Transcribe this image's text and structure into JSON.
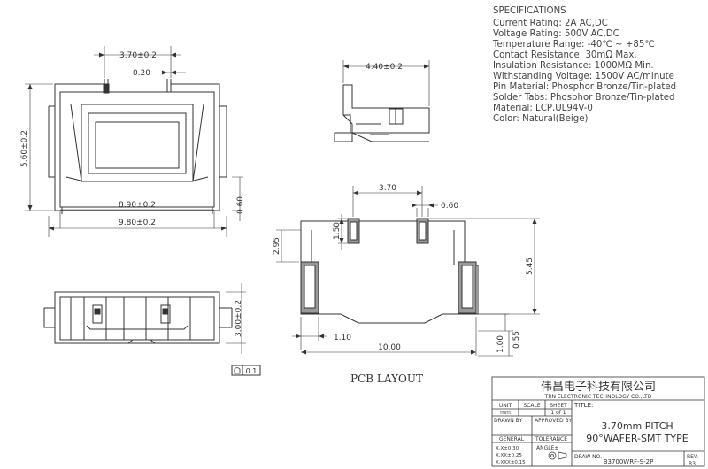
{
  "specifications": {
    "heading": "SPECIFICATIONS",
    "lines": [
      "Current Rating: 2A AC,DC",
      "Voltage Rating: 500V AC,DC",
      "Temperature Range: -40℃ ~ +85℃",
      "Contact Resistance: 30mΩ Max.",
      "Insulation Resistance: 1000MΩ Min.",
      "Withstanding Voltage: 1500V AC/minute",
      "Pin Material: Phosphor Bronze/Tin-plated",
      "Solder Tabs: Phosphor Bronze/Tin-plated",
      "Material: LCP,UL94V-0",
      "Color: Natural(Beige)"
    ]
  },
  "front_view": {
    "pitch_dim": "3.70±0.2",
    "pin_dim": "0.20",
    "height_dim": "5.60±0.2",
    "inner_width_dim": "8.90±0.2",
    "overall_width_dim": "9.80±0.2",
    "tab_dim": "0.60"
  },
  "side_view": {
    "depth_dim": "4.40±0.2"
  },
  "bottom_view": {
    "height_dim": "3.00±0.2",
    "flatness_value": "0.1"
  },
  "pcb_layout": {
    "label": "PCB LAYOUT",
    "pitch": "3.70",
    "pad_width": "0.60",
    "pad_height": "1.50",
    "pad_offset": "2.95",
    "overall_depth": "5.45",
    "tab_width": "1.10",
    "overall_width": "10.00",
    "tab_height": "1.00",
    "tab_gap": "0.55"
  },
  "title_block": {
    "company_cn": "伟昌电子科技有限公司",
    "company_en": "TRN ELECTRONIC TECHNOLOGY CO.,LTD",
    "unit_label": "UNIT",
    "scale_label": "SCALE",
    "sheet_label": "SHEET",
    "title_label": "TITLE:",
    "unit_value": "mm",
    "sheet_value": "1 of 1",
    "drawn_by_label": "DRAWN BY",
    "approved_by_label": "APPROVED BY",
    "title_line1": "3.70mm PITCH",
    "title_line2": "90°WAFER-SMT TYPE",
    "general_label": "GENERAL",
    "tolerance_label": "TOLERANCE",
    "tol_x": "X.X±0.30",
    "tol_xx": "X.XX±0.25",
    "tol_xxx": "X.XXX±0.15",
    "angle_label": "ANGLE±",
    "draw_no_label": "DRAW NO.",
    "draw_no_value": "B3700WRF-S-2P",
    "rev_label": "REV.",
    "rev_value": "B3"
  }
}
